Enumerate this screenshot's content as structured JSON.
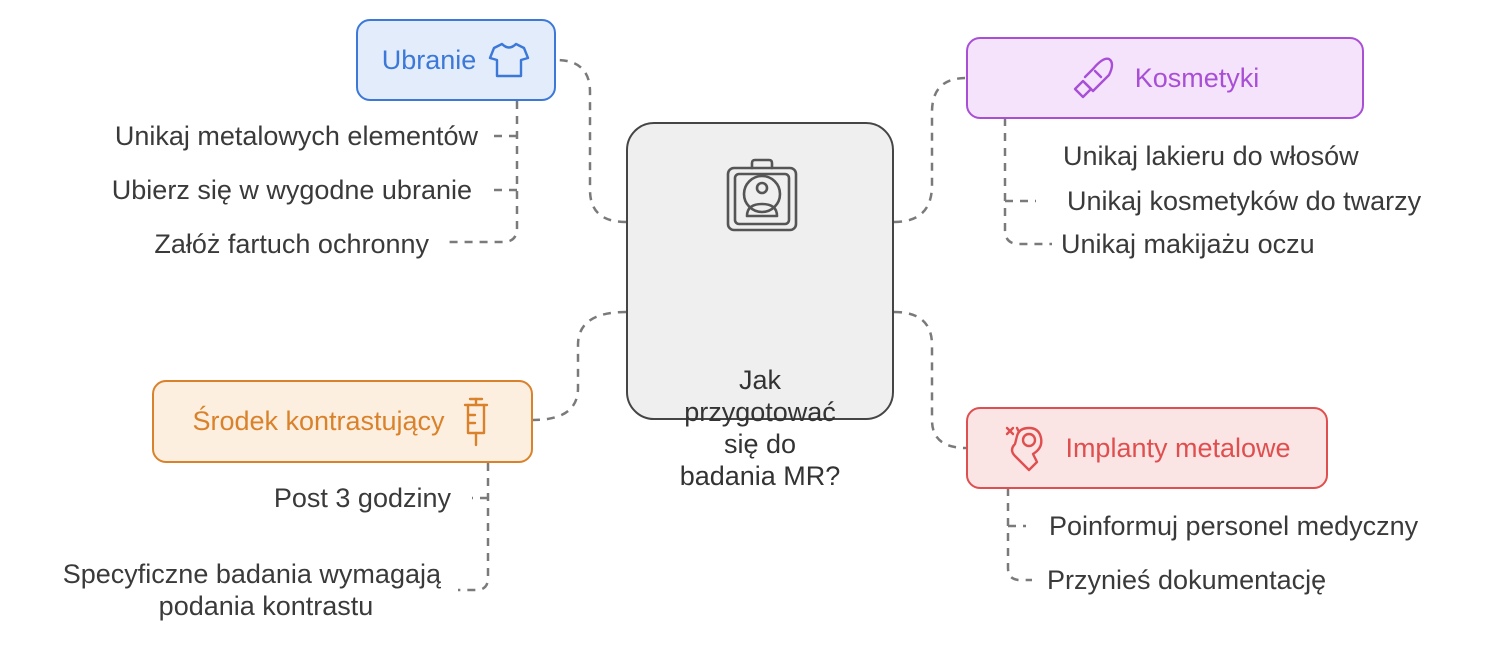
{
  "center": {
    "title_lines": [
      "Jak",
      "przygotować",
      "się do",
      "badania MR?"
    ],
    "icon": "mri-scanner-icon"
  },
  "branches": {
    "clothing": {
      "label": "Ubranie",
      "icon": "tshirt-icon",
      "color": "#3b78d8",
      "fill": "#e3ecfb",
      "items": [
        "Unikaj metalowych elementów",
        "Ubierz się w wygodne ubranie",
        "Załóż fartuch ochronny"
      ]
    },
    "cosmetics": {
      "label": "Kosmetyki",
      "icon": "lipstick-icon",
      "color": "#a94fd6",
      "fill": "#f4e3fb",
      "items": [
        "Unikaj lakieru do włosów",
        "Unikaj kosmetyków do twarzy",
        "Unikaj makijażu oczu"
      ]
    },
    "contrast": {
      "label": "Środek kontrastujący",
      "icon": "syringe-icon",
      "color": "#d9822b",
      "fill": "#fdefdf",
      "items": [
        "Post 3 godziny",
        "Specyficzne badania wymagają",
        "podania kontrastu"
      ]
    },
    "implants": {
      "label": "Implanty metalowe",
      "icon": "bone-implant-icon",
      "color": "#df4f4f",
      "fill": "#fbe4e4",
      "items": [
        "Poinformuj personel medyczny",
        "Przynieś dokumentację"
      ]
    }
  }
}
